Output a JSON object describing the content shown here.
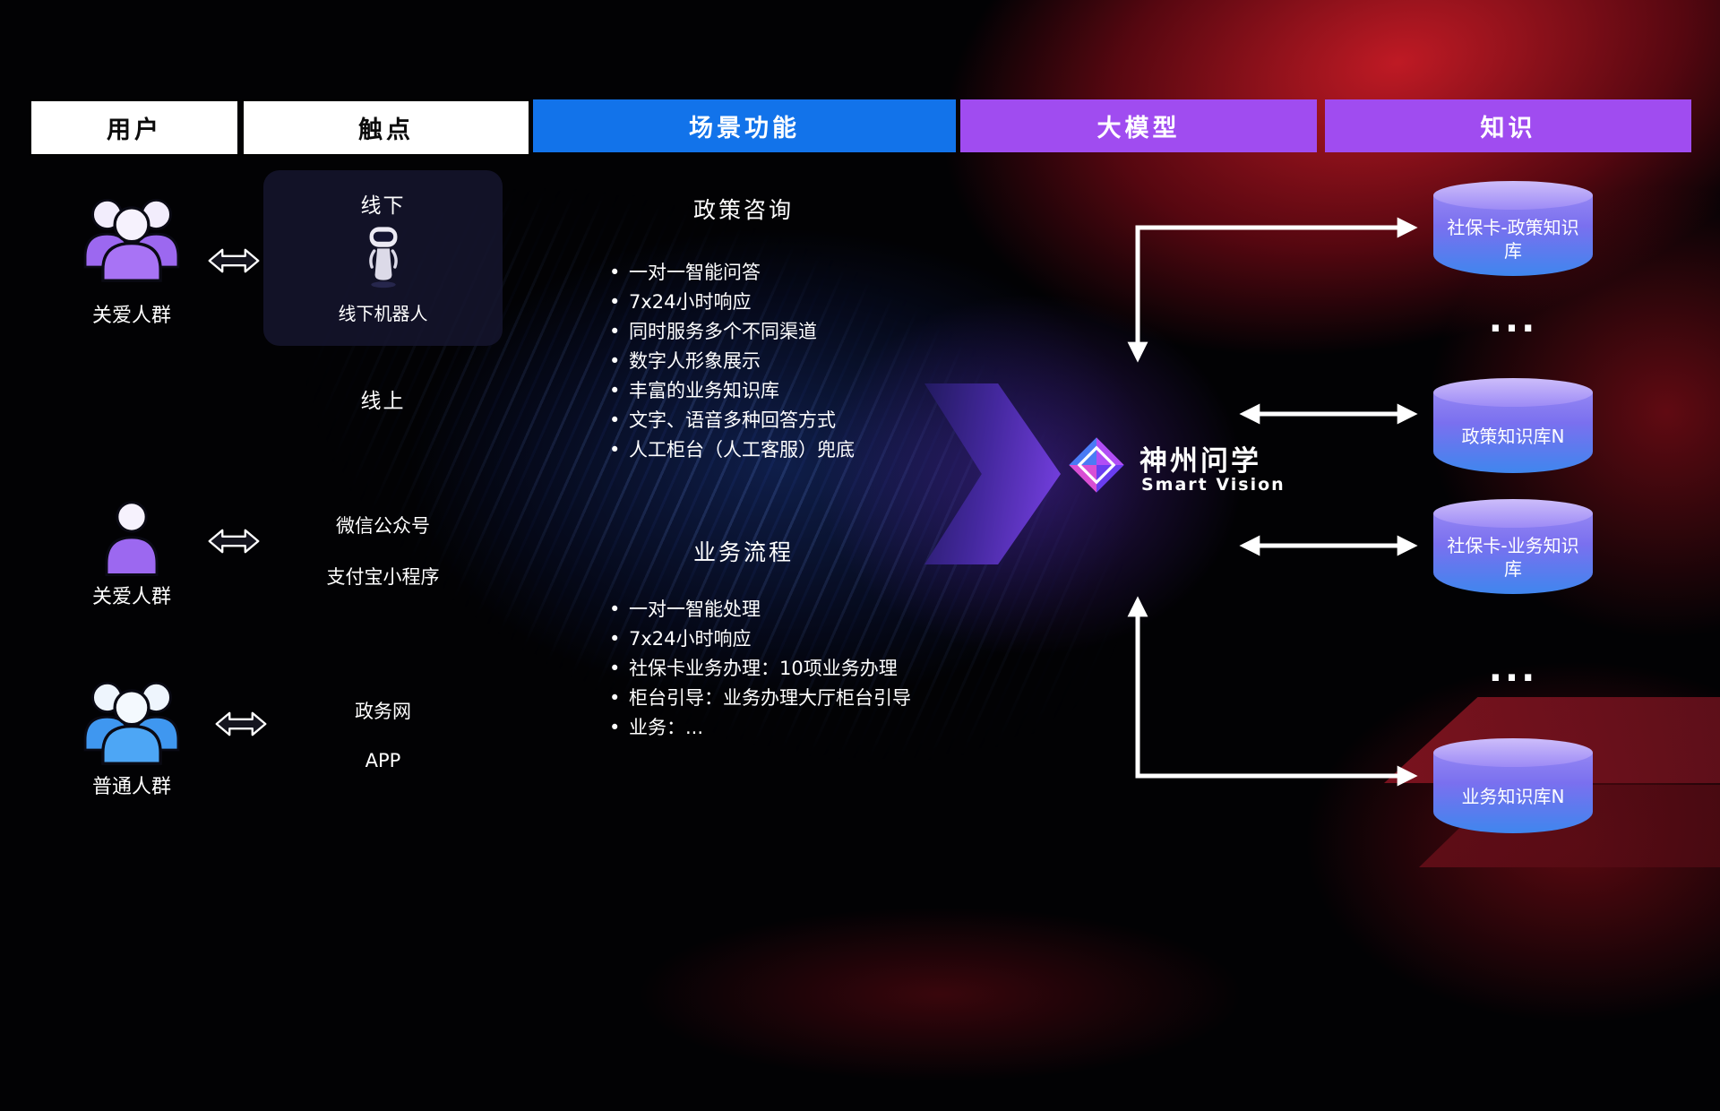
{
  "headers": [
    {
      "label": "用户"
    },
    {
      "label": "触点"
    },
    {
      "label": "场景功能"
    },
    {
      "label": "大模型"
    },
    {
      "label": "知识"
    }
  ],
  "users": [
    {
      "label": "关爱人群",
      "icon": "group-people-purple-icon"
    },
    {
      "label": "关爱人群",
      "icon": "person-purple-icon"
    },
    {
      "label": "普通人群",
      "icon": "group-people-blue-icon"
    }
  ],
  "touchpoints": {
    "offline_title": "线下",
    "offline_robot_label": "线下机器人",
    "online_title": "线上",
    "channels": [
      "微信公众号",
      "支付宝小程序",
      "政务网",
      "APP"
    ]
  },
  "scenarios": [
    {
      "title": "政策咨询",
      "items": [
        "一对一智能问答",
        "7x24小时响应",
        "同时服务多个不同渠道",
        "数字人形象展示",
        "丰富的业务知识库",
        "文字、语音多种回答方式",
        "人工柜台（人工客服）兜底"
      ]
    },
    {
      "title": "业务流程",
      "items": [
        "一对一智能处理",
        "7x24小时响应",
        "社保卡业务办理：10项业务办理",
        "柜台引导：业务办理大厅柜台引导",
        "业务：..."
      ]
    }
  ],
  "model": {
    "name": "神州问学",
    "subtitle": "Smart Vision"
  },
  "knowledge": {
    "databases": [
      {
        "label": "社保卡-政策知识库"
      },
      {
        "label": "政策知识库N"
      },
      {
        "label": "社保卡-业务知识库"
      },
      {
        "label": "业务知识库N"
      }
    ],
    "ellipsis": "..."
  },
  "colors": {
    "header_blue": "#1273ea",
    "header_purple": "#a04cf0",
    "user_purple": "#9c68f0",
    "user_blue": "#4aa0f0",
    "cylinder_top": "#cdbdfa",
    "cylinder_bottom": "#3f86ee",
    "flow_arrow_purple": "#7b42e8",
    "background_red": "#b01220",
    "connector_white": "#ffffff"
  }
}
